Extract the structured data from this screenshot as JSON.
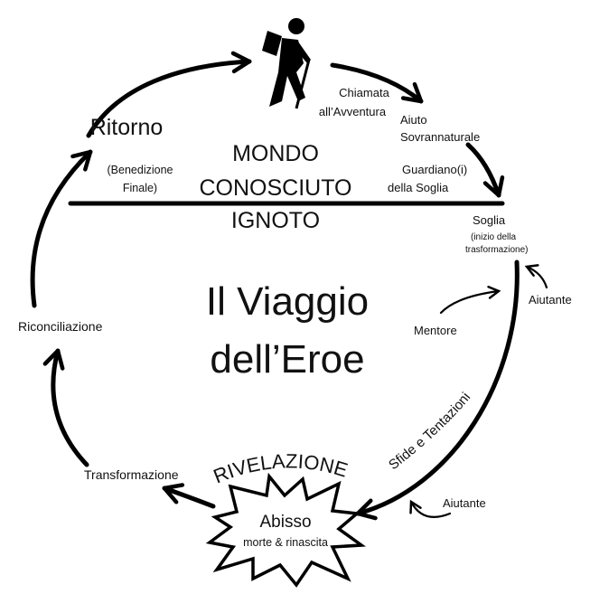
{
  "title_line1": "Il Viaggio",
  "title_line2": "dell’Eroe",
  "world": {
    "known_line1": "MONDO",
    "known_line2": "CONOSCIUTO",
    "unknown": "IGNOTO"
  },
  "stages": {
    "call_line1": "Chiamata",
    "call_line2": "all’Avventura",
    "aid_line1": "Aiuto",
    "aid_line2": "Sovrannaturale",
    "guardian_line1": "Guardiano(i)",
    "guardian_line2": "della Soglia",
    "threshold": "Soglia",
    "threshold_sub1": "(inizio della",
    "threshold_sub2": "trasformazione)",
    "helper_top": "Aiutante",
    "mentor": "Mentore",
    "trials": "Sfide e Tentazioni",
    "helper_bottom": "Aiutante",
    "revelation": "RIVELAZIONE",
    "abyss": "Abisso",
    "abyss_sub": "morte & rinascita",
    "transformation": "Transformazione",
    "atonement": "Riconciliazione",
    "return": "Ritorno",
    "boon_line1": "(Benedizione",
    "boon_line2": "Finale)"
  },
  "icons": {
    "hero": "hiker-icon"
  },
  "colors": {
    "ink": "#000000",
    "background": "#ffffff"
  }
}
